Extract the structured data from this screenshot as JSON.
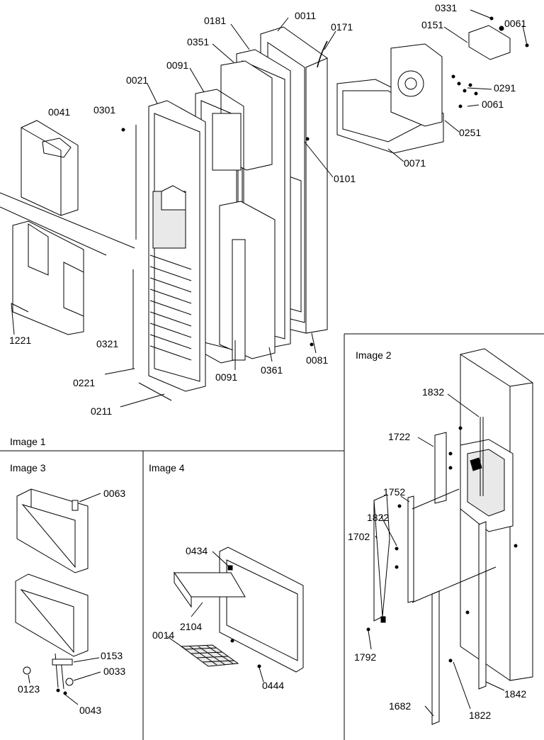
{
  "sections": {
    "image1": "Image 1",
    "image2": "Image 2",
    "image3": "Image 3",
    "image4": "Image 4"
  },
  "image1_callouts": {
    "c0011": "0011",
    "c0181": "0181",
    "c0171": "0171",
    "c0351": "0351",
    "c0091a": "0091",
    "c0021": "0021",
    "c0301": "0301",
    "c0041": "0041",
    "c0101": "0101",
    "c0331": "0331",
    "c0151": "0151",
    "c0061a": "0061",
    "c0291": "0291",
    "c0061b": "0061",
    "c0251": "0251",
    "c0071": "0071",
    "c1221": "1221",
    "c0321": "0321",
    "c0221": "0221",
    "c0091b": "0091",
    "c0361": "0361",
    "c0081": "0081",
    "c0211": "0211"
  },
  "image2_callouts": {
    "c1832": "1832",
    "c1722": "1722",
    "c1752": "1752",
    "c1822a": "1822",
    "c1702": "1702",
    "c1792": "1792",
    "c1842": "1842",
    "c1682": "1682",
    "c1822b": "1822"
  },
  "image3_callouts": {
    "c0063": "0063",
    "c0153": "0153",
    "c0033": "0033",
    "c0123": "0123",
    "c0043": "0043"
  },
  "image4_callouts": {
    "c0434": "0434",
    "c2104": "2104",
    "c0014": "0014",
    "c0444": "0444"
  }
}
